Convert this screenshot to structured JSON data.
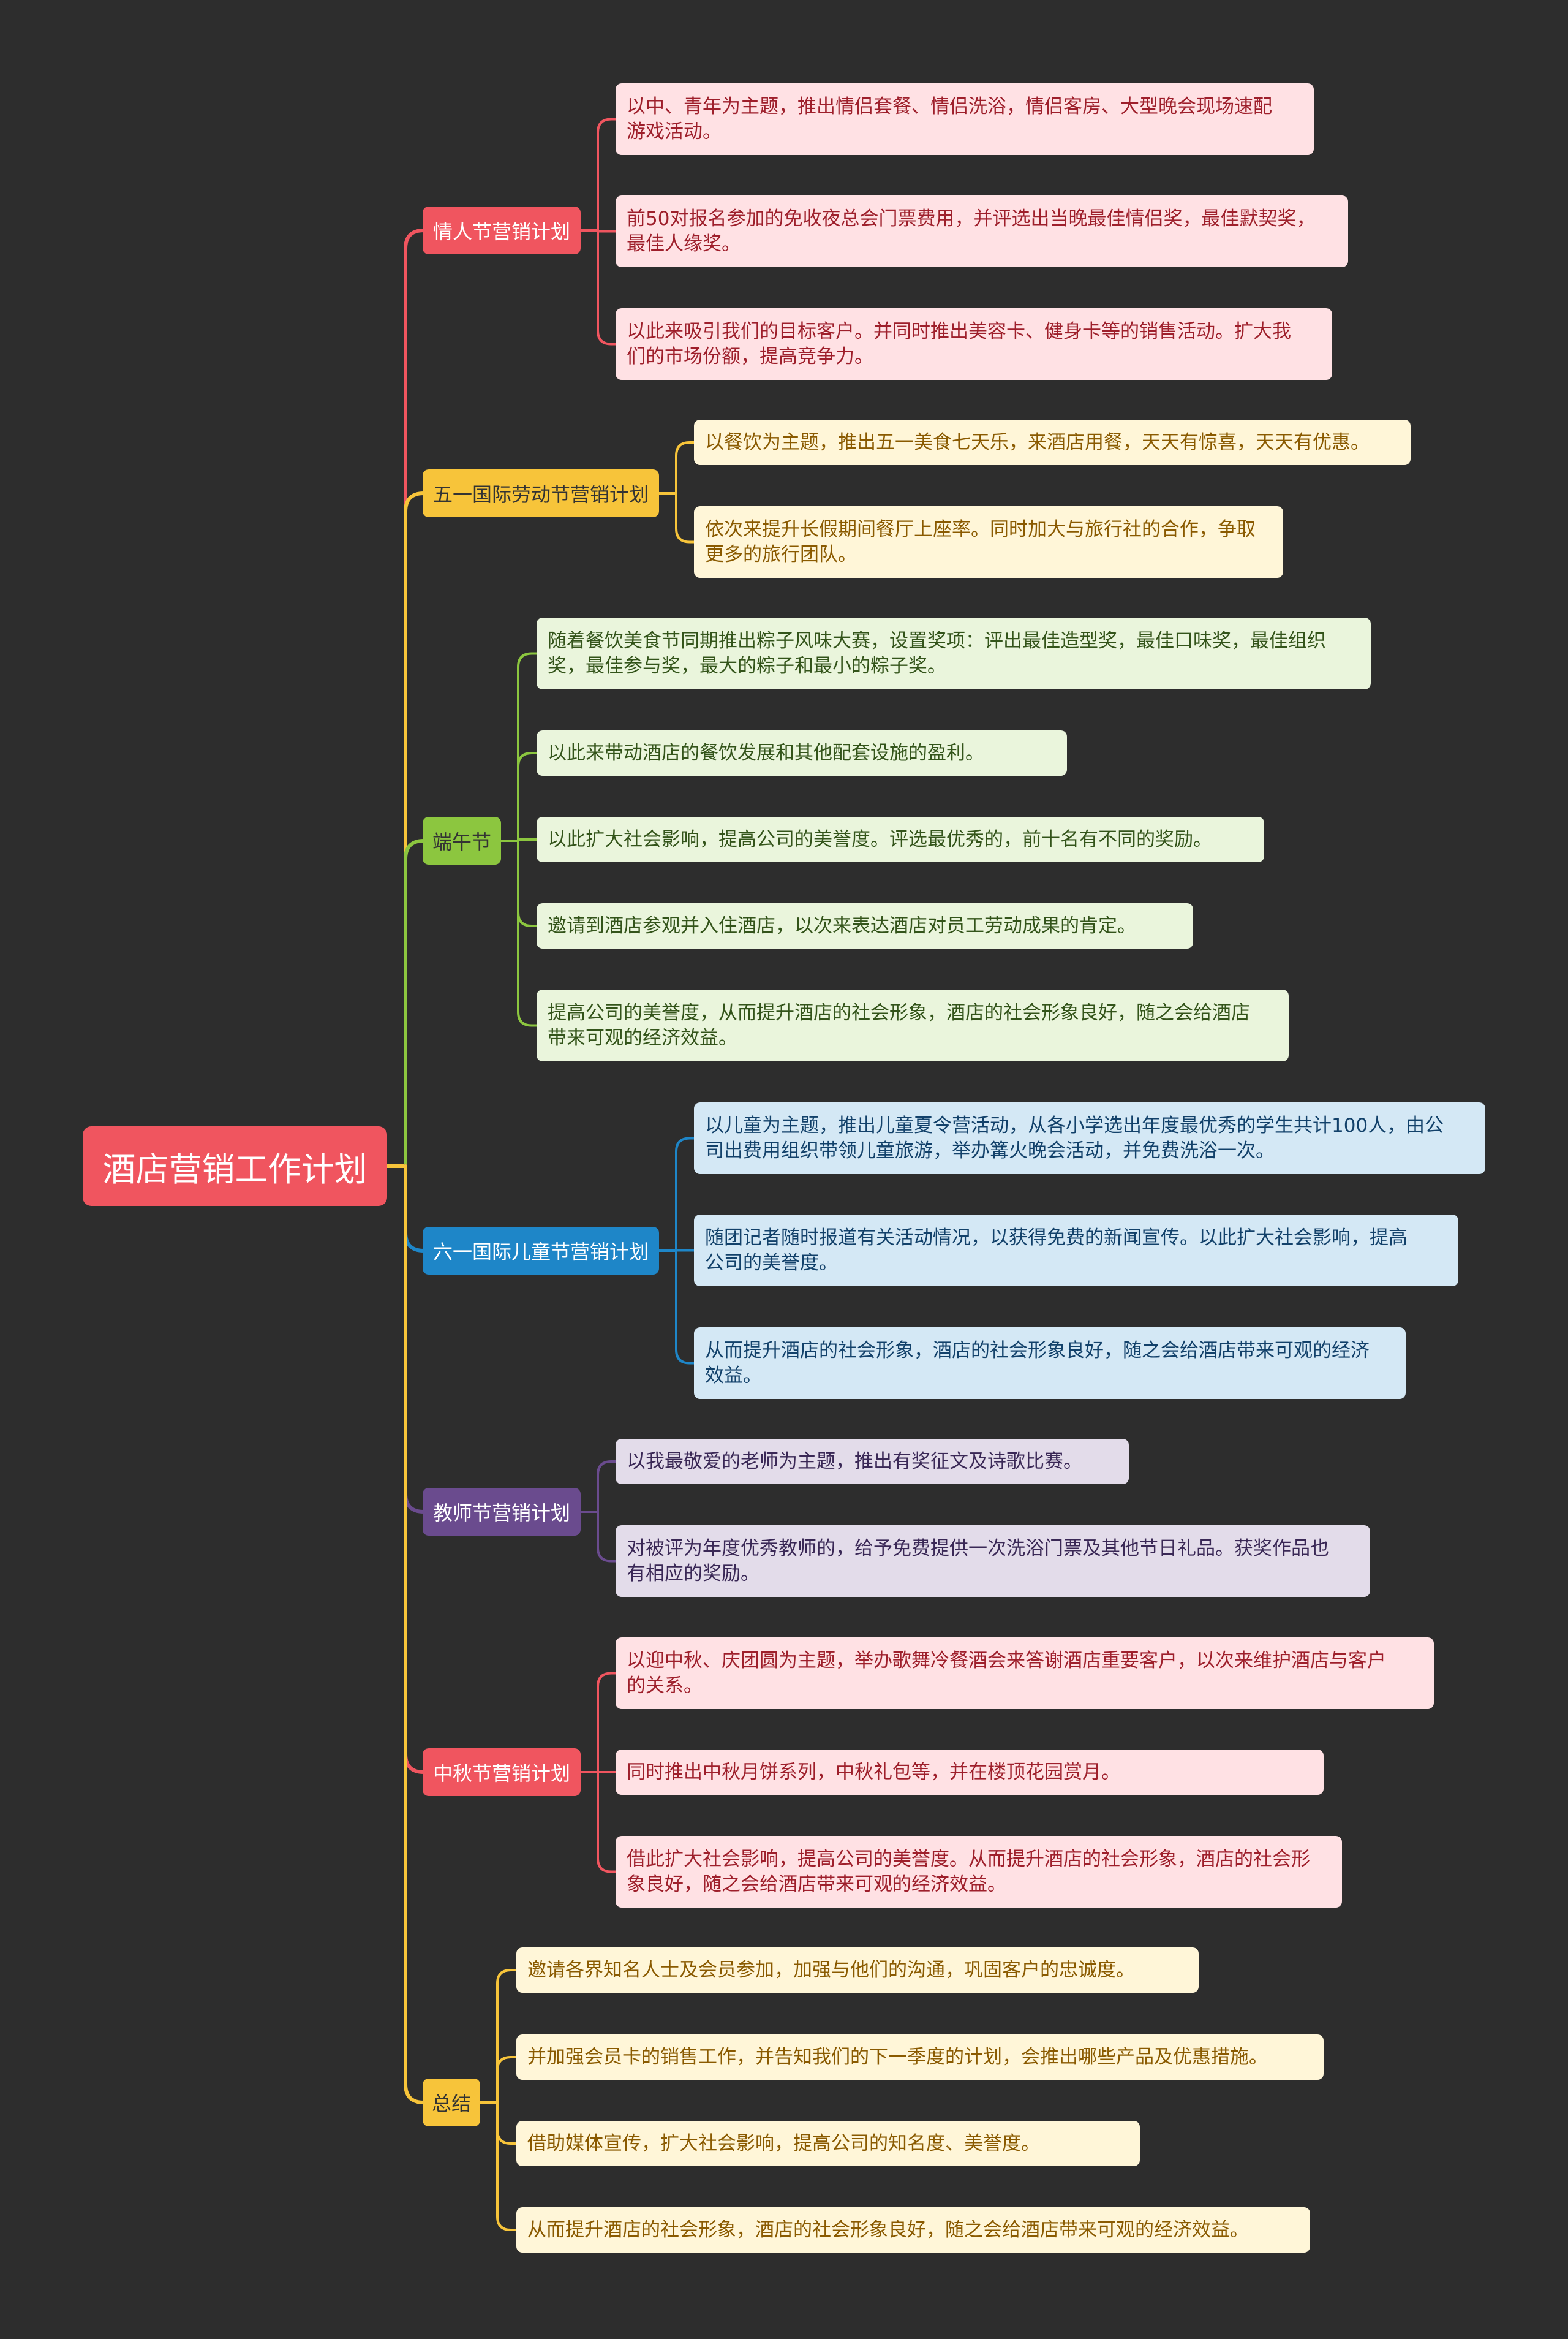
{
  "root": {
    "label": "酒店营销工作计划",
    "color": "#f0555f"
  },
  "branches": [
    {
      "label": "情人节营销计划",
      "color": "#f0555f",
      "text_color": "#ffffff",
      "leaf_bg": "#ffe1e4",
      "leaf_text": "#9e1f2b",
      "items": [
        [
          "以中、青年为主题，推出情侣套餐、情侣洗浴，情侣客房、大型晚会现场速配",
          "游戏活动。"
        ],
        [
          "前50对报名参加的免收夜总会门票费用，并评选出当晚最佳情侣奖，最佳默契奖，",
          "最佳人缘奖。"
        ],
        [
          "以此来吸引我们的目标客户。并同时推出美容卡、健身卡等的销售活动。扩大我",
          "们的市场份额，提高竞争力。"
        ]
      ]
    },
    {
      "label": "五一国际劳动节营销计划",
      "color": "#f7c43a",
      "text_color": "#333333",
      "leaf_bg": "#fff6d8",
      "leaf_text": "#8a5a00",
      "items": [
        [
          "以餐饮为主题，推出五一美食七天乐，来酒店用餐，天天有惊喜，天天有优惠。"
        ],
        [
          "依次来提升长假期间餐厅上座率。同时加大与旅行社的合作，争取",
          "更多的旅行团队。"
        ]
      ]
    },
    {
      "label": "端午节",
      "color": "#8cc63f",
      "text_color": "#333333",
      "leaf_bg": "#eaf5dc",
      "leaf_text": "#33541a",
      "items": [
        [
          "随着餐饮美食节同期推出粽子风味大赛，设置奖项：评出最佳造型奖，最佳口味奖，最佳组织",
          "奖，最佳参与奖，最大的粽子和最小的粽子奖。"
        ],
        [
          "以此来带动酒店的餐饮发展和其他配套设施的盈利。"
        ],
        [
          "以此扩大社会影响，提高公司的美誉度。评选最优秀的，前十名有不同的奖励。"
        ],
        [
          "邀请到酒店参观并入住酒店，以次来表达酒店对员工劳动成果的肯定。"
        ],
        [
          "提高公司的美誉度，从而提升酒店的社会形象，酒店的社会形象良好，随之会给酒店",
          "带来可观的经济效益。"
        ]
      ]
    },
    {
      "label": "六一国际儿童节营销计划",
      "color": "#1e86c8",
      "text_color": "#ffffff",
      "leaf_bg": "#d4e8f5",
      "leaf_text": "#12416a",
      "items": [
        [
          "以儿童为主题，推出儿童夏令营活动，从各小学选出年度最优秀的学生共计100人，由公",
          "司出费用组织带领儿童旅游，举办篝火晚会活动，并免费洗浴一次。"
        ],
        [
          "随团记者随时报道有关活动情况，以获得免费的新闻宣传。以此扩大社会影响，提高",
          "公司的美誉度。"
        ],
        [
          "从而提升酒店的社会形象，酒店的社会形象良好，随之会给酒店带来可观的经济",
          "效益。"
        ]
      ]
    },
    {
      "label": "教师节营销计划",
      "color": "#6a4b8e",
      "text_color": "#ffffff",
      "leaf_bg": "#e3dcea",
      "leaf_text": "#3a2856",
      "items": [
        [
          "以我最敬爱的老师为主题，推出有奖征文及诗歌比赛。"
        ],
        [
          "对被评为年度优秀教师的，给予免费提供一次洗浴门票及其他节日礼品。获奖作品也",
          "有相应的奖励。"
        ]
      ]
    },
    {
      "label": "中秋节营销计划",
      "color": "#f0555f",
      "text_color": "#ffffff",
      "leaf_bg": "#ffe1e4",
      "leaf_text": "#9e1f2b",
      "items": [
        [
          "以迎中秋、庆团圆为主题，举办歌舞冷餐酒会来答谢酒店重要客户，以次来维护酒店与客户",
          "的关系。"
        ],
        [
          "同时推出中秋月饼系列，中秋礼包等，并在楼顶花园赏月。"
        ],
        [
          "借此扩大社会影响，提高公司的美誉度。从而提升酒店的社会形象，酒店的社会形",
          "象良好，随之会给酒店带来可观的经济效益。"
        ]
      ]
    },
    {
      "label": "总结",
      "color": "#f7c43a",
      "text_color": "#333333",
      "leaf_bg": "#fff6d8",
      "leaf_text": "#8a5a00",
      "items": [
        [
          "邀请各界知名人士及会员参加，加强与他们的沟通，巩固客户的忠诚度。"
        ],
        [
          "并加强会员卡的销售工作，并告知我们的下一季度的计划，会推出哪些产品及优惠措施。"
        ],
        [
          "借助媒体宣传，扩大社会影响，提高公司的知名度、美誉度。"
        ],
        [
          "从而提升酒店的社会形象，酒店的社会形象良好，随之会给酒店带来可观的经济效益。"
        ]
      ]
    }
  ]
}
